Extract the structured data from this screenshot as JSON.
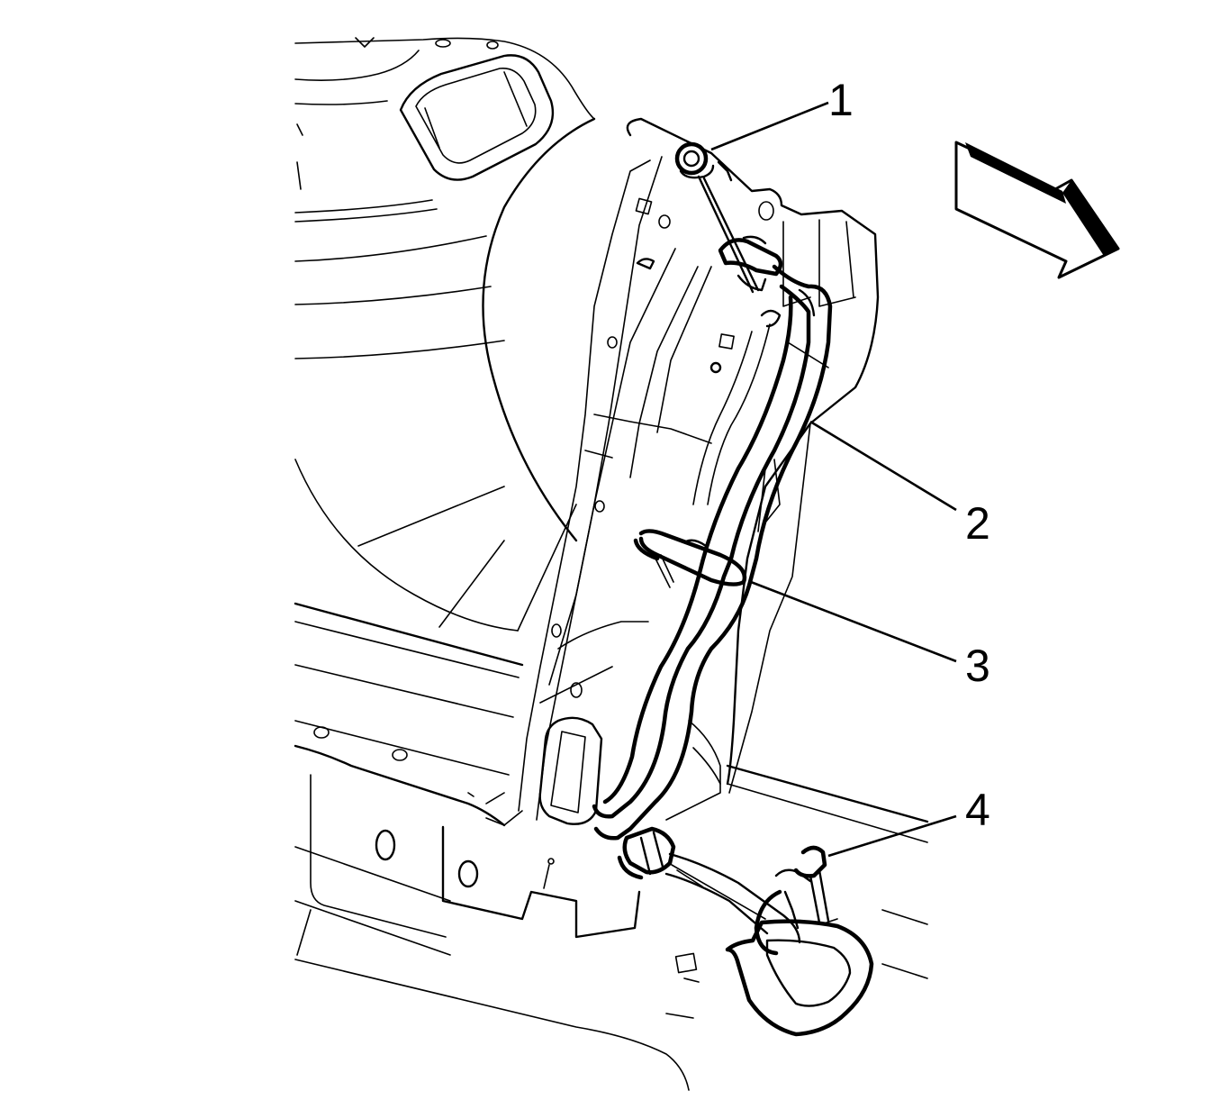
{
  "figure": {
    "callouts": [
      {
        "id": "1",
        "label": "1"
      },
      {
        "id": "2",
        "label": "2"
      },
      {
        "id": "3",
        "label": "3"
      },
      {
        "id": "4",
        "label": "4"
      }
    ],
    "direction_arrow": {
      "icon": "forward-arrow-icon"
    },
    "colors": {
      "line": "#000000",
      "background": "#ffffff",
      "arrow_dark": "#000000"
    }
  }
}
